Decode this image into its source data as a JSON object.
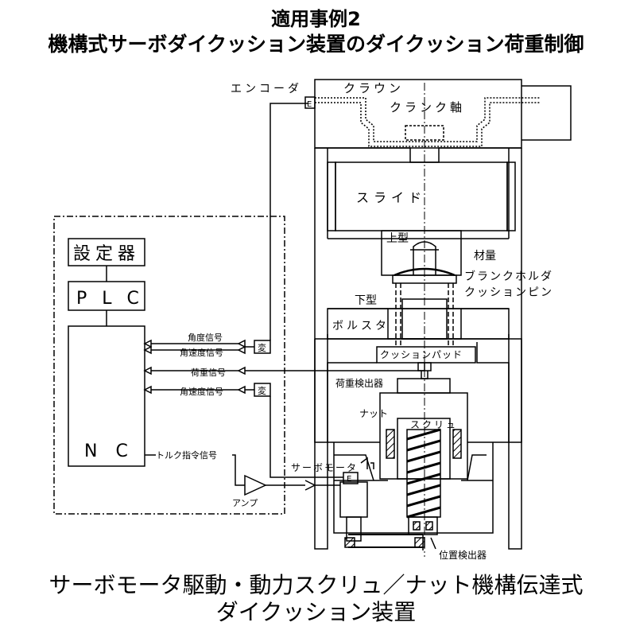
{
  "title": {
    "line1": "適用事例2",
    "line2": "機構式サーボダイクッション装置のダイクッション荷重制御"
  },
  "caption": {
    "line1": "サーボモータ駆動・動力スクリュ／ナット機構伝達式",
    "line2": "ダイクッション装置"
  },
  "labels": {
    "encoder": "エンコーダ",
    "encoder_mark": "E",
    "crown": "クラウン",
    "crankshaft": "クランク軸",
    "slide": "スライド",
    "upper_die": "上型",
    "material": "材量",
    "blank_holder": "ブランクホルダ",
    "cushion_pin": "クッションピン",
    "lower_die": "下型",
    "bolster": "ボルスタ",
    "cushion_pad": "クッションパッド",
    "load_detector": "荷重検出器",
    "nut": "ナット",
    "screw": "スクリュ",
    "servo_motor": "サーボモータ",
    "position_detector": "位置検出器",
    "setter": "設定器",
    "plc": "P L C",
    "nc": "N C",
    "angle_signal": "角度信号",
    "angular_velocity_signal_1": "角速度信号",
    "load_signal": "荷重信号",
    "angular_velocity_signal_2": "角速度信号",
    "torque_command_signal": "トルク指令信号",
    "amp": "アンプ",
    "converter_mark_1": "変",
    "converter_mark_2": "変",
    "motor_encoder_mark": "E"
  }
}
